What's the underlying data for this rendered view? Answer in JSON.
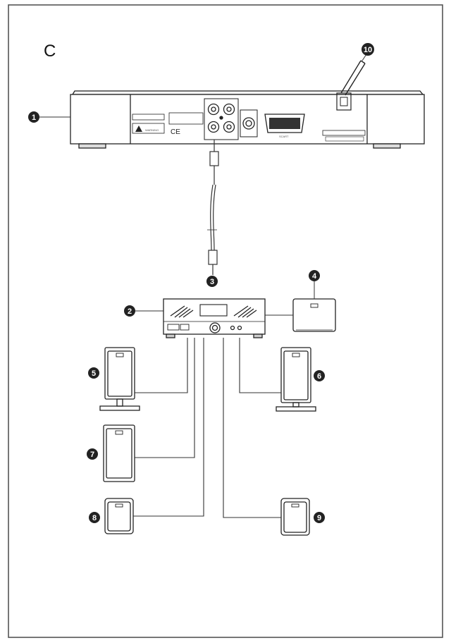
{
  "section_letter": "C",
  "callouts": {
    "dvd_player": "1",
    "receiver": "2",
    "cable": "3",
    "subwoofer": "4",
    "front_left": "5",
    "front_right": "6",
    "center": "7",
    "rear_left": "8",
    "rear_right": "9",
    "power_cord": "10"
  },
  "panel_text": {
    "warning": "WARNING",
    "ce": "CE",
    "scart": "SCART"
  },
  "colors": {
    "line": "#333333",
    "callout": "#222222",
    "border": "#555555"
  }
}
